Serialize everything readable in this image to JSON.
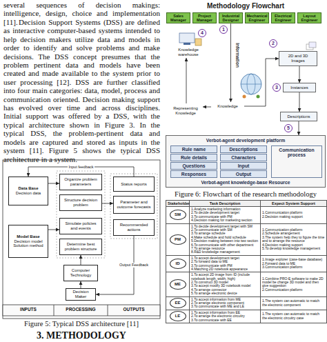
{
  "diagram": {
    "nodes": [
      {
        "text": [
          "Data Base",
          "Decision data"
        ]
      },
      {
        "text": [
          "Model Base",
          "Decision model Solution method"
        ]
      },
      {
        "text": [
          "Organize problem parameters"
        ]
      },
      {
        "text": [
          "Structure decision problem"
        ]
      },
      {
        "text": [
          "Simulate policies and events"
        ]
      },
      {
        "text": [
          "Determine best problem structure"
        ]
      },
      {
        "text": [
          "Status reports"
        ]
      },
      {
        "text": [
          "Parameter and outcome forecasts"
        ]
      },
      {
        "text": [
          "Recommended actions"
        ]
      },
      {
        "text": [
          "Computer Technology"
        ]
      },
      {
        "text": [
          "Decision Maker"
        ]
      },
      {
        "text": [
          "Sales Manager"
        ]
      },
      {
        "text": [
          "Project Manager"
        ]
      },
      {
        "text": [
          "Industrial Designer"
        ]
      },
      {
        "text": [
          "Mechanical Engineer"
        ]
      },
      {
        "text": [
          "Electrical Engineer"
        ]
      },
      {
        "text": [
          "Layout Engineer"
        ]
      },
      {
        "text": [
          "Knowledge warehouse"
        ]
      },
      {
        "text": [
          "Knowledge"
        ]
      },
      {
        "text": [
          "2D and 3D Images"
        ]
      },
      {
        "text": [
          "Instances"
        ]
      },
      {
        "text": [
          "Descriptions"
        ]
      },
      {
        "text": [
          "Representing Knowledge"
        ]
      },
      {
        "text": [
          "Verbot-agent development platform",
          "Verbot-agent knowledge-base Resource"
        ]
      },
      {
        "text": [
          "Rule name"
        ],
        "in": 23
      },
      {
        "text": [
          "Descriptions"
        ],
        "in": 23
      },
      {
        "text": [
          "Rule details"
        ],
        "in": 23
      },
      {
        "text": [
          "Characters"
        ],
        "in": 23
      },
      {
        "text": [
          "Questions"
        ],
        "in": 23
      },
      {
        "text": [
          "Input"
        ],
        "in": 23
      },
      {
        "text": [
          "Responses"
        ],
        "in": 23
      },
      {
        "text": [
          "Output"
        ],
        "in": 23
      },
      {
        "text": [
          "Communication process"
        ],
        "in": 23
      },
      {
        "text": [
          "SM"
        ]
      },
      {
        "text": [
          "PM"
        ]
      },
      {
        "text": [
          "ID"
        ]
      },
      {
        "text": [
          "ME"
        ]
      },
      {
        "text": [
          "EE"
        ]
      },
      {
        "text": [
          "LE"
        ]
      }
    ],
    "edges": [
      {
        "from": 0,
        "to": 2,
        "arrow": "to"
      },
      {
        "from": 1,
        "to": 4,
        "arrow": "to"
      },
      {
        "from": 3,
        "to": 7,
        "arrow": "to"
      },
      {
        "from": 9,
        "to": 5,
        "arrow": "to"
      },
      {
        "from": 10,
        "to": 9,
        "arrow": "to"
      },
      {
        "from": 8,
        "to": 10,
        "arrow": "to",
        "label": "Output Feedback"
      },
      {
        "from": 6,
        "to": 0,
        "arrow": "to",
        "label": "Input feedback"
      },
      {
        "from": 13,
        "to": 18,
        "arrow": "to"
      },
      {
        "from": 18,
        "to": 19,
        "arrow": "to"
      },
      {
        "from": 19,
        "to": 20,
        "arrow": "to"
      },
      {
        "from": 20,
        "to": 21,
        "arrow": "to"
      },
      {
        "from": 21,
        "to": 23,
        "arrow": "to"
      },
      {
        "from": 18,
        "to": 22,
        "arrow": "to"
      },
      {
        "from": 22,
        "to": 17,
        "arrow": "to"
      }
    ],
    "labels": [
      "several sequences of decision makings: intelligence, design, choice and implementation [11].",
      "Decision Support Systems (DSS) are defined as interactive computer-based systems intended to help decision makers utilize data and models in order to identify and solve problems and make decisions. The DSS concept presumes that the problem pertinent data and models have been created and made available to the system prior to user processing [12]. DSS are further classified into four main categories: data, model, process and communication oriented. Decision making support has evolved over time and across disciplines. Initial support was offered by a DSS, with the typical architecture shown in Figure 3. In the typical DSS, the problem-pertinent data and models are captured and stored as inputs in the system [11]. Figure 5 shows the typical DSS architecture in a system.",
      "INPUTS",
      "PROCESSING",
      "OUTPUTS",
      "Figure 5: Typical DSS architecture [11]",
      "3. METHODOLOGY",
      "Methodology Flowchart",
      "1",
      "2",
      "3",
      "4",
      "5",
      "Information",
      "Figure 6: Flowchart of the research methodology",
      "Stakeholder",
      "Task Description",
      "Expect System Support",
      "1.Analyze marketing information",
      "2.To decide development target",
      "3.To communicate with PM",
      "4.Decision making for marketing section",
      "1.Communication platform",
      "2.Decision making support",
      "1.To decide development target with SM",
      "2.To communicate with SM",
      "3.To arrange schedule",
      "4.Make schedule and hold schedule",
      "5.Decision making between into two section",
      "6.To communicate with other department",
      "7.To arrange resource",
      "8.R&D knowledge management",
      "1.Communication platform",
      "2.Schedule arrangement",
      "3.The system help they to figure the time and to arrange the resource",
      "4.Decision making support",
      "5.To develop knowledge management",
      "1.To accept development target",
      "2.To forward data to ME",
      "3.To communicate with PM",
      "4.Matching 2D notebook appearance",
      "1.Image explorer (case-base database)",
      "2.Forward data to ME",
      "3.Communication platform",
      "1.To accept 2D image from ID (include notebook length, width, high)",
      "2.To construct 3D model",
      "3.To accept modify 3D notebook model",
      "4.To arrange connector",
      "5.To arrange electronic device",
      "1.Combine PRO-E software to make 2D model be change 3D model and then give suggestion",
      "2.Communication platform",
      "1.To accept information from ME",
      "2.To arrange electronic component",
      "3.To communicate with ME and LE",
      "1.The system can automatic to match the electronic component",
      "1.To accept information from EE",
      "2.To arrange the electronic circuitry",
      "3.To communicate with EE",
      "1.The system can automatic to match the electronic circuitry case"
    ]
  }
}
